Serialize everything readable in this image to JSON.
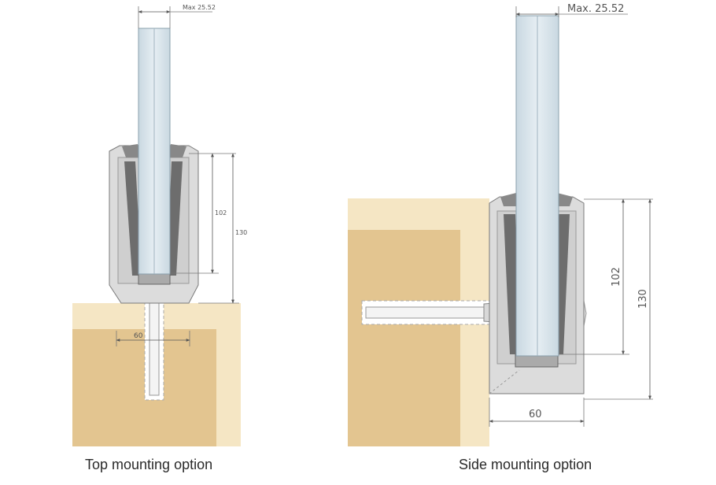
{
  "top_view": {
    "max_width_label": "Max 25.52",
    "dim_inner": "102",
    "dim_outer": "130",
    "dim_width": "60",
    "caption": "Top mounting option"
  },
  "side_view": {
    "max_width_label": "Max. 25.52",
    "dim_inner": "102",
    "dim_outer": "130",
    "dim_width": "60",
    "caption": "Side mounting option"
  },
  "colors": {
    "wood_light": "#f5e6c4",
    "wood_dark": "#e3c590",
    "glass": "#d7e3ea",
    "aluminium": "#dcdcdc",
    "gasket": "#6d6d6d"
  }
}
